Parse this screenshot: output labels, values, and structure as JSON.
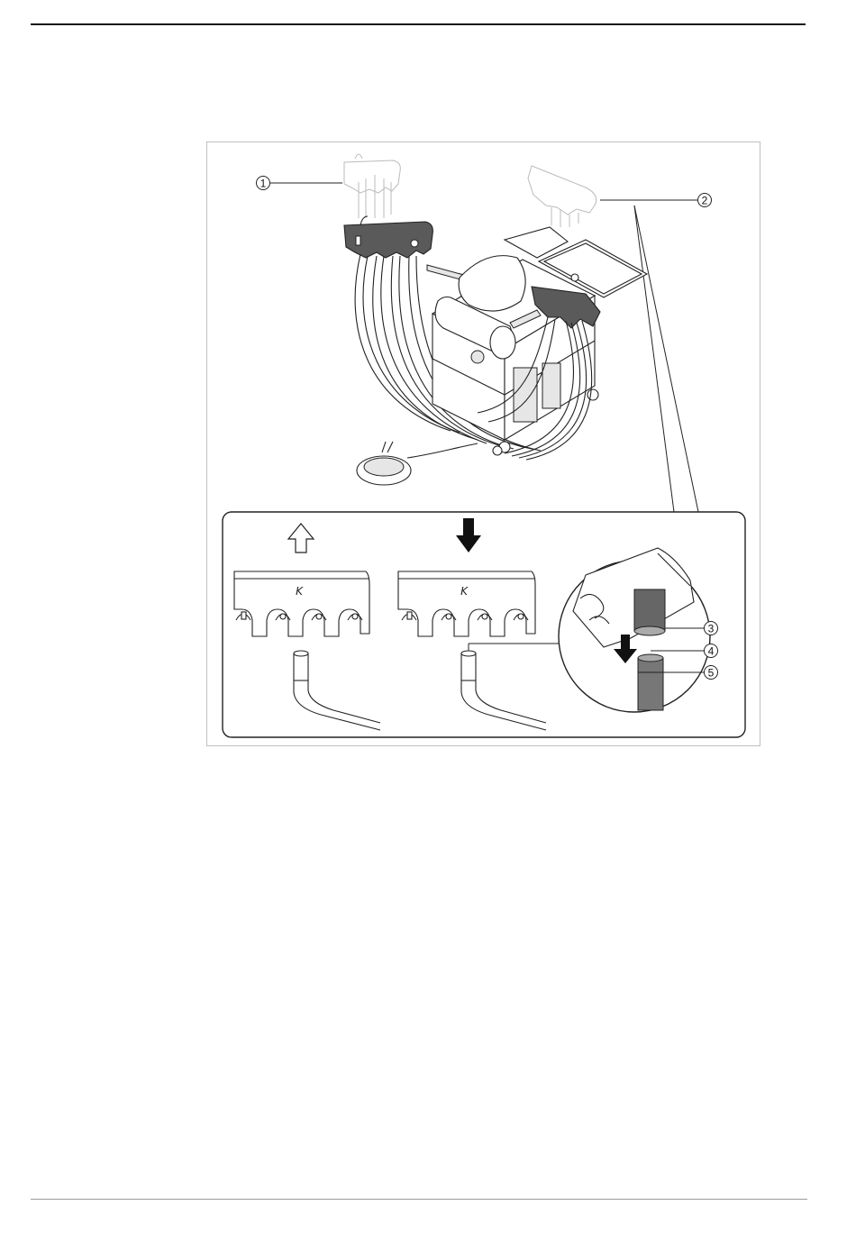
{
  "figure": {
    "callouts": [
      {
        "id": "1",
        "label": "1"
      },
      {
        "id": "2",
        "label": "2"
      },
      {
        "id": "3",
        "label": "3"
      },
      {
        "id": "4",
        "label": "4"
      },
      {
        "id": "5",
        "label": "5"
      }
    ],
    "arrows": {
      "up": "outline-up-arrow-icon",
      "down": "filled-down-arrow-icon"
    },
    "colors": {
      "line": "#222222",
      "dark_holder": "#555555",
      "light_fill": "#f2f2f2"
    }
  }
}
